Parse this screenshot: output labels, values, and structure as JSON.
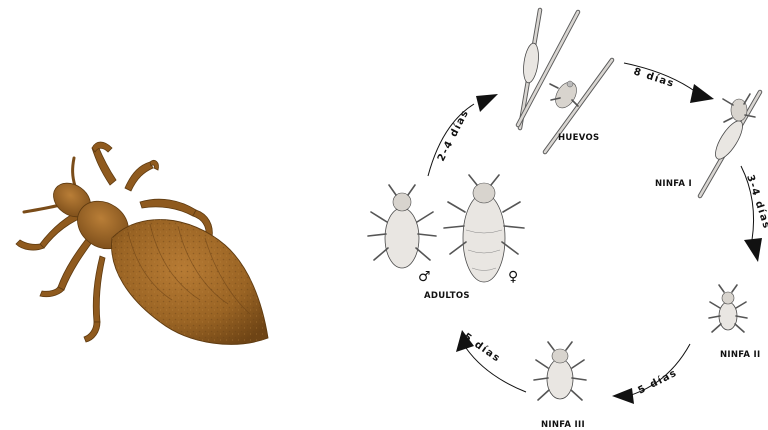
{
  "stages": {
    "eggs": "HUEVOS",
    "nymph1": "NINFA I",
    "nymph2": "NINFA II",
    "nymph3": "NINFA III",
    "adults": "ADULTOS"
  },
  "durations": {
    "eggs_to_nymph1": "8 días",
    "nymph1_to_nymph2": "3-4 días",
    "nymph2_to_nymph3": "5 días",
    "nymph3_to_adults": "5 días",
    "adults_to_eggs": "2-4 días"
  },
  "symbols": {
    "male": "♂",
    "female": "♀"
  },
  "colors": {
    "louse_body": "#9a6424",
    "louse_dark": "#6e4415",
    "arrow": "#111111",
    "sketch": "#e9e6e2"
  }
}
